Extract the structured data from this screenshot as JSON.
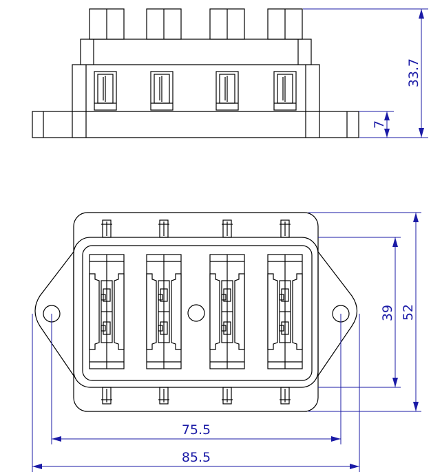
{
  "colors": {
    "outline": "#000000",
    "dimension": "#1a1aa6",
    "background": "#ffffff"
  },
  "dimensions": {
    "side_total_height": "33.7",
    "side_base_height": "7",
    "top_outer_height": "52",
    "top_inner_height": "39",
    "hole_spacing": "75.5",
    "overall_width": "85.5"
  }
}
